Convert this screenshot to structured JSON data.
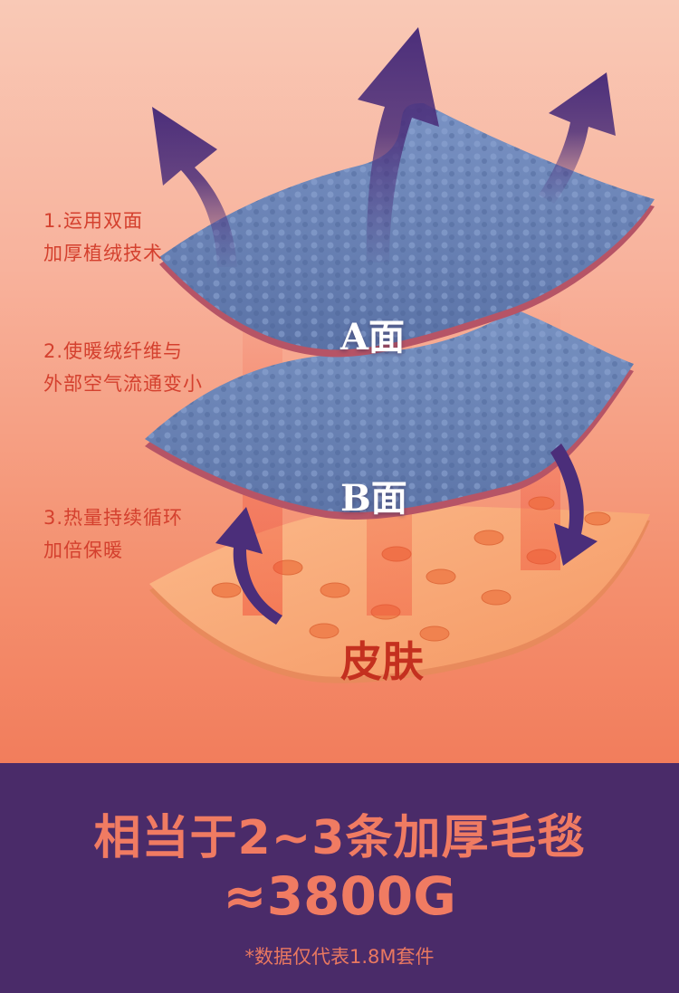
{
  "steps": [
    {
      "line1": "1.运用双面",
      "line2": "加厚植绒技术"
    },
    {
      "line1": "2.使暖绒纤维与",
      "line2": "外部空气流通变小"
    },
    {
      "line1": "3.热量持续循环",
      "line2": "加倍保暖"
    }
  ],
  "layers": {
    "a_label": "A面",
    "b_label": "B面",
    "skin_label": "皮肤"
  },
  "summary": {
    "headline": "相当于2~3条加厚毛毯",
    "weight": "≈3800G",
    "note": "*数据仅代表1.8M套件"
  },
  "colors": {
    "accent": "#f07b62",
    "banner_bg": "#4a2b69",
    "arrow": "#4b2e7a",
    "fleece": "#6b86b8",
    "skin": "#f7a874"
  }
}
